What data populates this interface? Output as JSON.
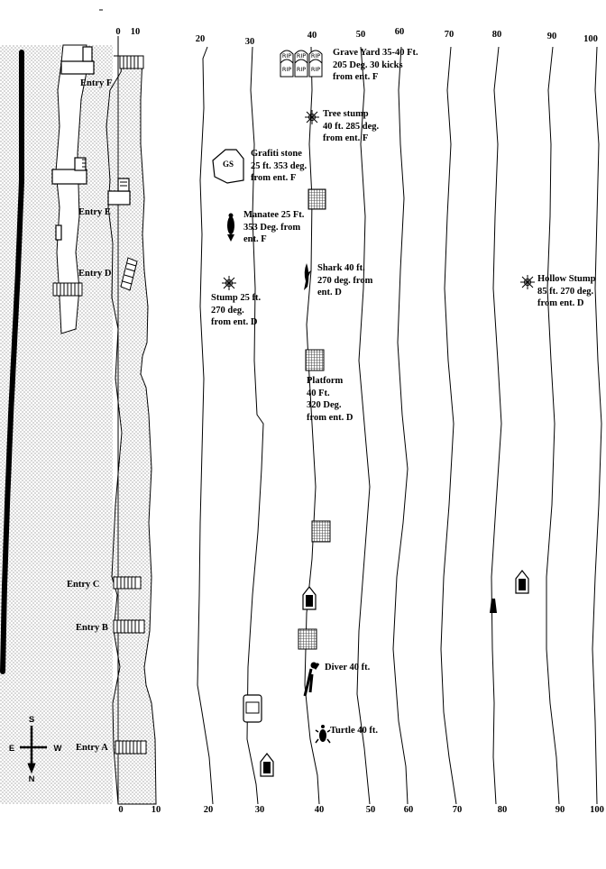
{
  "scale_top": [
    "0",
    "10",
    "20",
    "30",
    "40",
    "50",
    "60",
    "70",
    "80",
    "90",
    "100"
  ],
  "scale_bottom": [
    "0",
    "10",
    "20",
    "30",
    "40",
    "50",
    "60",
    "70",
    "80",
    "90",
    "100"
  ],
  "entries": {
    "a": "Entry A",
    "b": "Entry B",
    "c": "Entry C",
    "d": "Entry D",
    "e": "Entry E",
    "f": "Entry F"
  },
  "features": {
    "graveyard": {
      "line1": "Grave Yard 35-40 Ft.",
      "line2": "205 Deg. 30 kicks",
      "line3": "from ent. F",
      "stone_text": "RIP"
    },
    "tree_stump": {
      "line1": "Tree stump",
      "line2": "40 ft. 285 deg.",
      "line3": "from ent. F"
    },
    "grafiti": {
      "line1": "Grafiti stone",
      "line2": "25 ft. 353 deg.",
      "line3": "from ent. F",
      "stone_text": "GS"
    },
    "manatee": {
      "line1": "Manatee 25 Ft.",
      "line2": "353 Deg. from",
      "line3": "ent. F"
    },
    "shark": {
      "line1": "Shark 40 ft.",
      "line2": "270 deg. from",
      "line3": "ent. D"
    },
    "hollow_stump": {
      "line1": "Hollow Stump",
      "line2": "85 ft. 270 deg.",
      "line3": "from ent. D"
    },
    "stump": {
      "line1": "Stump 25 ft.",
      "line2": "270 deg.",
      "line3": "from ent. D"
    },
    "platform": {
      "line1": "Platform",
      "line2": "40 Ft.",
      "line3": "320 Deg.",
      "line4": "from ent. D"
    },
    "diver": {
      "line1": "Diver 40 ft."
    },
    "turtle": {
      "line1": "Turtle 40 ft."
    }
  },
  "compass": {
    "n": "N",
    "s": "S",
    "e": "E",
    "w": "W"
  },
  "colors": {
    "ink": "#000000",
    "paper": "#ffffff",
    "dots": "#444444"
  }
}
